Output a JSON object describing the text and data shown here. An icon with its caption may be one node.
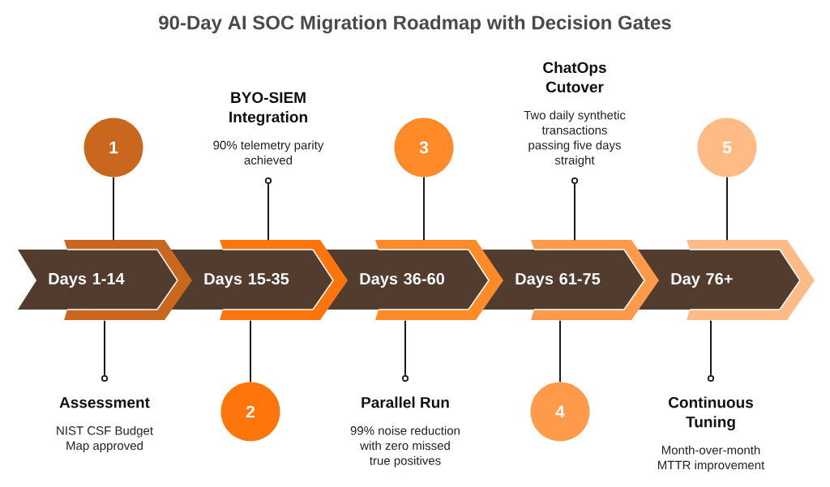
{
  "diagram": {
    "title": "90-Day AI SOC Migration Roadmap with Decision Gates",
    "nodes": [
      {
        "text": [
          "Days 1-14"
        ]
      },
      {
        "text": [
          "1"
        ]
      },
      {
        "text": [],
        "shape": "circle",
        "beside": [
          "Assessment",
          "NIST CSF Budget Map approved"
        ]
      },
      {
        "text": [
          "Days 15-35"
        ]
      },
      {
        "text": [
          "2"
        ]
      },
      {
        "text": [],
        "shape": "circle",
        "beside": [
          "BYO-SIEM Integration",
          "90% telemetry parity achieved"
        ]
      },
      {
        "text": [
          "Days 36-60"
        ]
      },
      {
        "text": [
          "3"
        ]
      },
      {
        "text": [],
        "shape": "circle",
        "beside": [
          "Parallel Run",
          "99% noise reduction with zero missed true positives"
        ]
      },
      {
        "text": [
          "Days 61-75"
        ]
      },
      {
        "text": [
          "4"
        ]
      },
      {
        "text": [],
        "shape": "circle",
        "beside": [
          "ChatOps Cutover",
          "Two daily synthetic transactions passing five days straight"
        ]
      },
      {
        "text": [
          "Day 76+"
        ]
      },
      {
        "text": [
          "5"
        ]
      },
      {
        "text": [],
        "shape": "circle",
        "beside": [
          "Continuous Tuning",
          "Month-over-month MTTR improvement"
        ]
      }
    ],
    "edges": [
      {
        "from": 1,
        "to": 0,
        "arrow": "none"
      },
      {
        "from": 0,
        "to": 2,
        "arrow": "none"
      },
      {
        "from": 4,
        "to": 3,
        "arrow": "none"
      },
      {
        "from": 3,
        "to": 5,
        "arrow": "none"
      },
      {
        "from": 7,
        "to": 6,
        "arrow": "none"
      },
      {
        "from": 6,
        "to": 8,
        "arrow": "none"
      },
      {
        "from": 10,
        "to": 9,
        "arrow": "none"
      },
      {
        "from": 9,
        "to": 11,
        "arrow": "none"
      },
      {
        "from": 13,
        "to": 12,
        "arrow": "none"
      },
      {
        "from": 12,
        "to": 14,
        "arrow": "none"
      }
    ]
  }
}
